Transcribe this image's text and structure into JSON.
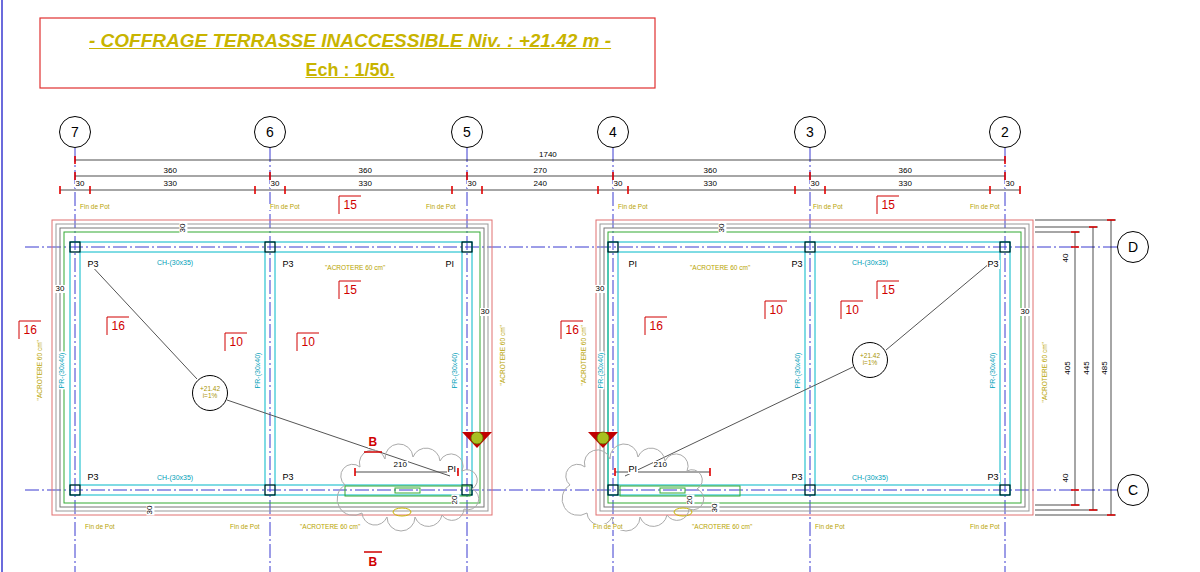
{
  "diagram": {
    "title": "- COFFRAGE TERRASSE INACCESSIBLE Niv. : +21.42 m -",
    "nodes": [
      {
        "text": [
          "7"
        ]
      },
      {
        "text": [
          "6"
        ]
      },
      {
        "text": [
          "5"
        ]
      },
      {
        "text": [
          "4"
        ]
      },
      {
        "text": [
          "3"
        ]
      },
      {
        "text": [
          "2"
        ]
      },
      {
        "text": [
          "D"
        ]
      },
      {
        "text": [
          "+21.42",
          "i=1%"
        ]
      },
      {
        "text": [
          "+21.42",
          "i=1%"
        ]
      },
      {
        "text": [
          "C"
        ]
      }
    ],
    "labels": [
      "Ech : 1/50.",
      "1740",
      "360",
      "360",
      "270",
      "360",
      "360",
      "30",
      "330",
      "30",
      "330",
      "30",
      "240",
      "30",
      "330",
      "30",
      "330",
      "30",
      "40",
      "405",
      "445",
      "485",
      "40",
      "Fin de Pot",
      "Fin de Pot",
      "Fin de Pot",
      "Fin de Pot",
      "Fin de Pot",
      "Fin de Pot",
      "Fin de Pot",
      "Fin de Pot",
      "\"ACROTERE 60 cm\"",
      "Fin de Pot",
      "\"ACROTERE 60 cm\"",
      "Fin de Pot",
      "Fin de Pot",
      "\"ACROTERE 60 cm\"",
      "\"ACROTERE 60 cm\"",
      "\"ACROTERE 60 cm\"",
      "\"ACROTERE 60 cm\"",
      "\"ACROTERE 60 cm\"",
      "\"ACROTERE 60 cm\"",
      "15",
      "15",
      "16",
      "16",
      "10",
      "10",
      "15",
      "15",
      "16",
      "16",
      "10",
      "10",
      "30",
      "30",
      "30",
      "30",
      "30",
      "30",
      "30",
      "30",
      "CH-(30x35)",
      "CH-(30x35)",
      "CH-(30x35)",
      "CH-(30x35)",
      "PR-(30x40)",
      "PR-(30x40)",
      "PR-(30x40)",
      "PR-(30x40)",
      "PR-(30x40)",
      "PR-(30x40)",
      "P3",
      "P3",
      "PI",
      "P3",
      "P3",
      "PI",
      "PI",
      "P3",
      "P3",
      "PI",
      "P3",
      "P3",
      "B",
      "B",
      "210",
      "210",
      "20",
      "20"
    ]
  }
}
